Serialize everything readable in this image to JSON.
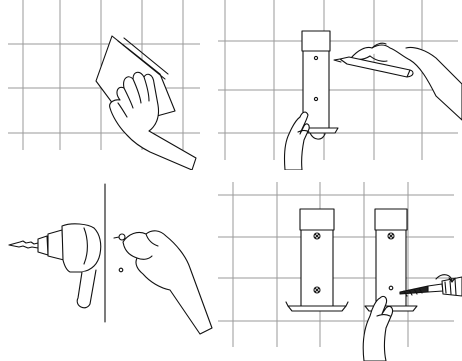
{
  "steps": [
    {
      "id": 1,
      "subject": "clean-wall",
      "icon": "hand-wiping-cloth-icon"
    },
    {
      "id": 2,
      "subject": "mark-holes",
      "icon": "pencil-marking-icon"
    },
    {
      "id": 3,
      "subject": "drill-holes",
      "icon": "power-drill-icon"
    },
    {
      "id": 4,
      "subject": "screw-mount",
      "icon": "screwdriver-icon"
    }
  ],
  "colors": {
    "line": "#111111",
    "tile_grout": "#9a9a9a",
    "background": "#ffffff"
  }
}
